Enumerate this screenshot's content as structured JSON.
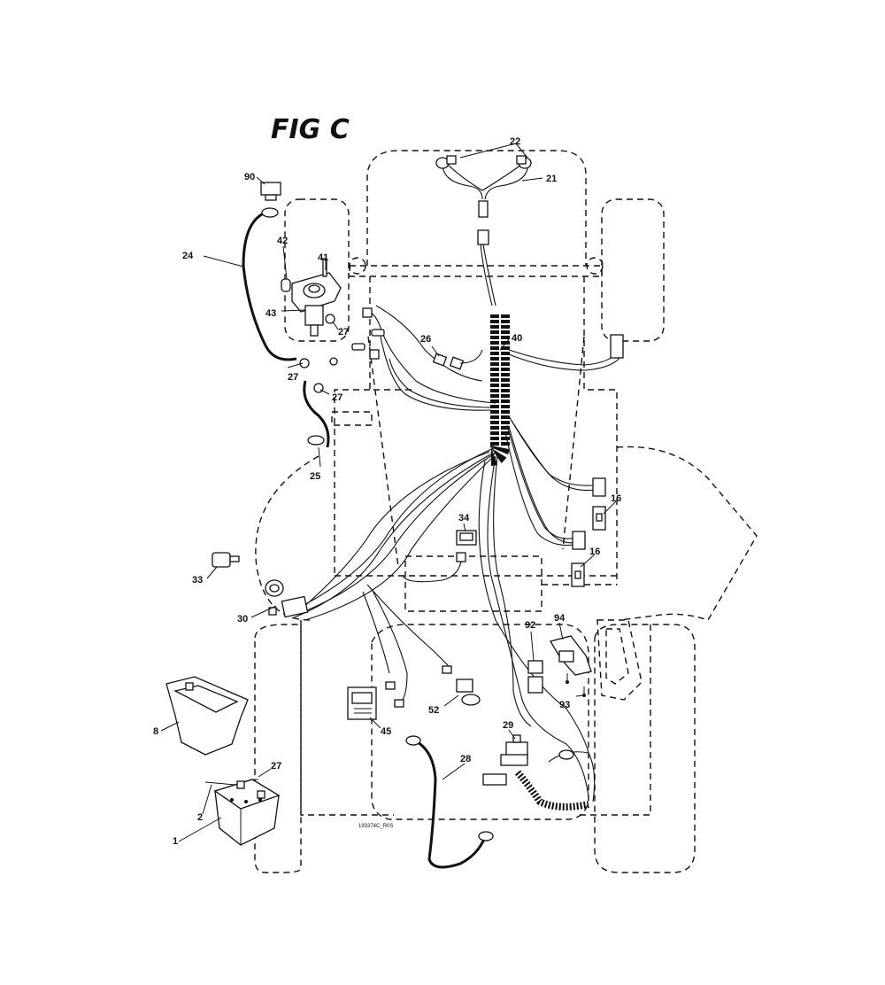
{
  "figure": {
    "title": "FIG C",
    "drawing_code": "193374C_R0S"
  },
  "callouts": {
    "c1": "1",
    "c2": "2",
    "c8": "8",
    "c16a": "16",
    "c16b": "16",
    "c21": "21",
    "c22": "22",
    "c24": "24",
    "c25": "25",
    "c26": "26",
    "c27a": "27",
    "c27b": "27",
    "c27c": "27",
    "c27d": "27",
    "c28": "28",
    "c29": "29",
    "c30": "30",
    "c33": "33",
    "c34": "34",
    "c40": "40",
    "c41": "41",
    "c42": "42",
    "c43": "43",
    "c45": "45",
    "c52": "52",
    "c90": "90",
    "c92": "92",
    "c93": "93",
    "c94": "94"
  }
}
